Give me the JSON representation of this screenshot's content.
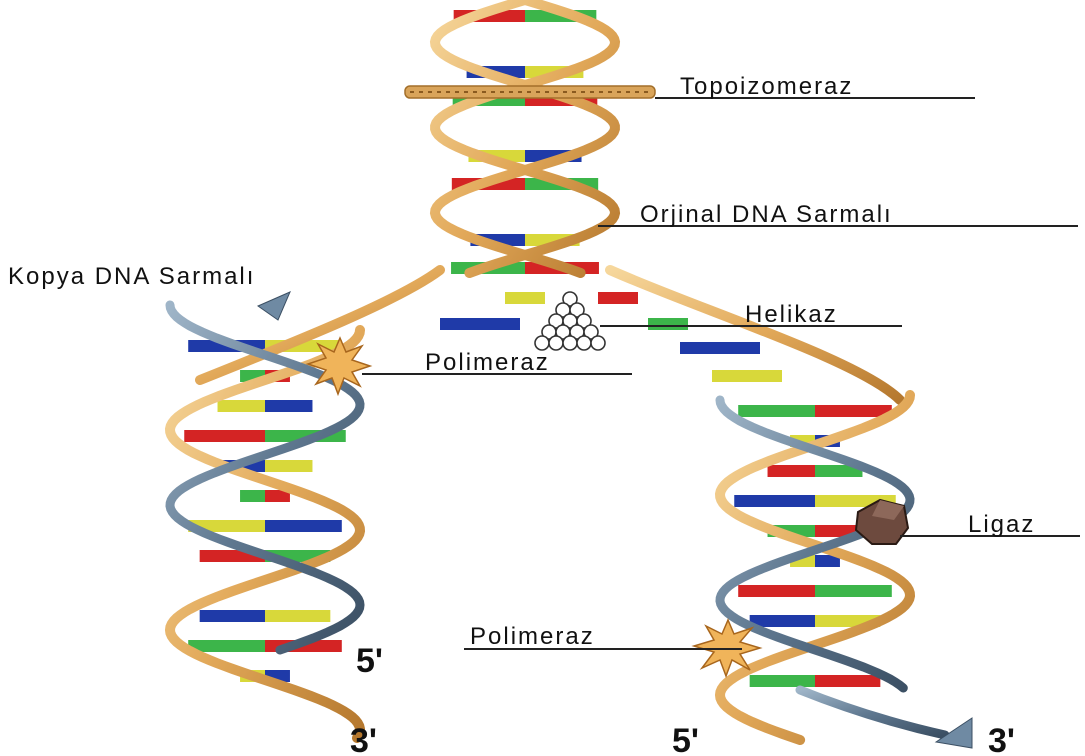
{
  "labels": {
    "topoisomerase": "Topoizomeraz",
    "original_helix": "Orjinal DNA Sarmalı",
    "copy_helix": "Kopya DNA Sarmalı",
    "helicase": "Helikaz",
    "polymerase_top": "Polimeraz",
    "ligase": "Ligaz",
    "polymerase_bottom": "Polimeraz"
  },
  "ends": {
    "left_5": "5'",
    "left_3": "3'",
    "right_5": "5'",
    "right_3": "3'"
  },
  "colors": {
    "backbone": "#e8b56a",
    "backbone_dark": "#b07a30",
    "new_strand": "#6f8aa3",
    "base_red": "#d42424",
    "base_blue": "#1f3aa8",
    "base_green": "#3cb54a",
    "base_yellow": "#d8d83a"
  }
}
